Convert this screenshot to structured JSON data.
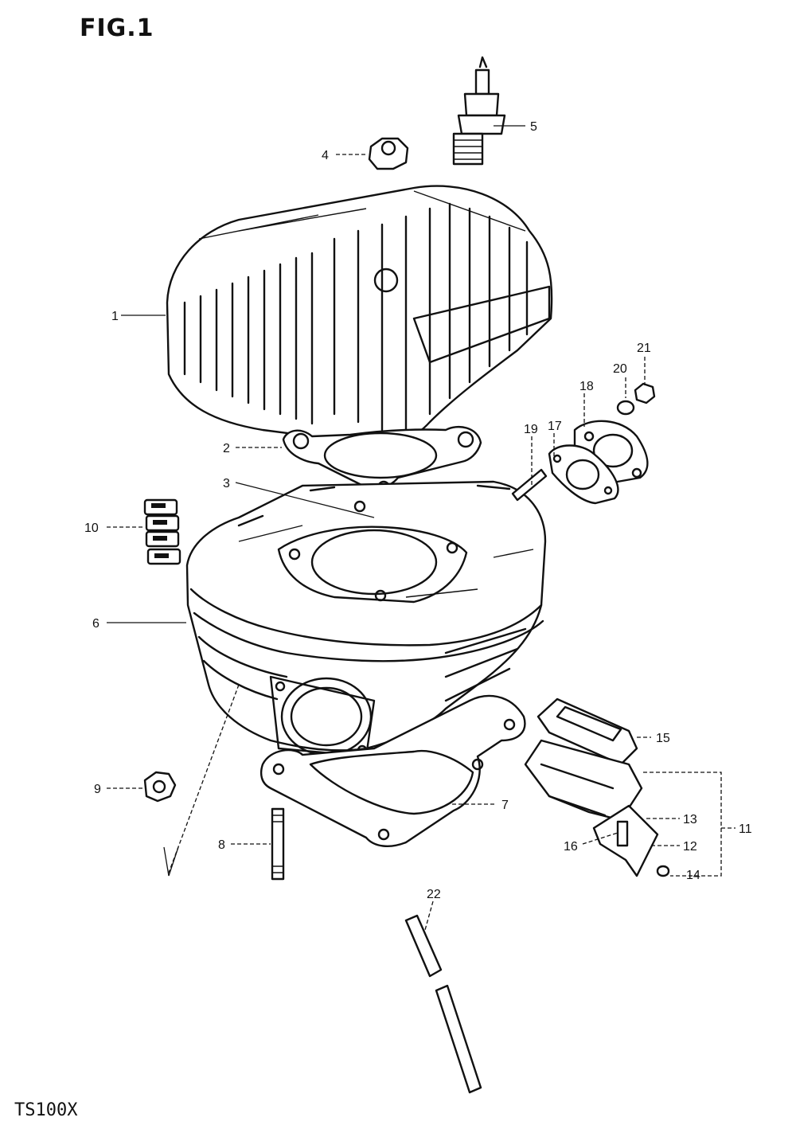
{
  "figure": {
    "title": "FIG.1",
    "model": "TS100X"
  },
  "callouts": {
    "c1": "1",
    "c2": "2",
    "c3": "3",
    "c4": "4",
    "c5": "5",
    "c6": "6",
    "c7": "7",
    "c8": "8",
    "c9": "9",
    "c10": "10",
    "c11": "11",
    "c12": "12",
    "c13": "13",
    "c14": "14",
    "c15": "15",
    "c16": "16",
    "c17": "17",
    "c18": "18",
    "c19": "19",
    "c20": "20",
    "c21": "21",
    "c22": "22"
  }
}
